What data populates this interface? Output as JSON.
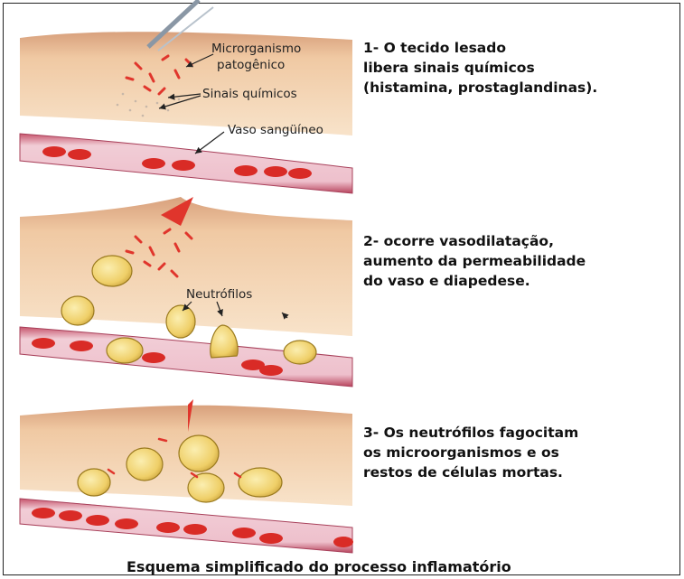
{
  "panels": [
    {
      "step_lines": [
        "1- O tecido lesado",
        "libera sinais químicos",
        "(histamina, prostaglandinas)."
      ],
      "labels": {
        "microorganism": [
          "Microrganismo",
          "patogênico"
        ],
        "chemical_signals": "Sinais químicos",
        "blood_vessel": "Vaso sangüíneo"
      }
    },
    {
      "step_lines": [
        "2- ocorre vasodilatação,",
        "aumento da permeabilidade",
        "do vaso e diapedese."
      ],
      "labels": {
        "neutrophils": "Neutrófilos"
      }
    },
    {
      "step_lines": [
        "3- Os neutrófilos fagocitam",
        "os microorganismos e os",
        "restos de células mortas."
      ],
      "labels": {}
    }
  ],
  "caption": "Esquema simplificado do processo inflamatório",
  "colors": {
    "tissue": "#f3cfa9",
    "tissue_top": "#d9a27c",
    "vessel": "#eec5cf",
    "vessel_wall": "#b3495f",
    "blood_cell": "#d92b26",
    "neutrophil": "#f0d06a",
    "neutrophil_edge": "#9a7a1e",
    "bacteria": "#e0352c"
  }
}
